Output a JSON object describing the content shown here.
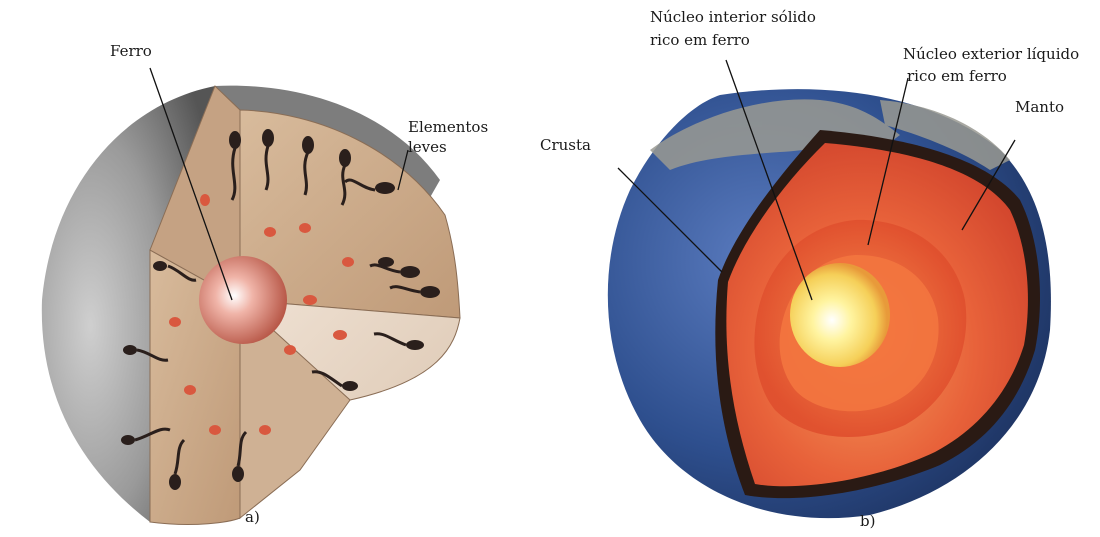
{
  "figure_a": {
    "labels": {
      "iron": "Ferro",
      "light_elements_line1": "Elementos",
      "light_elements_line2": "leves"
    },
    "caption": "a)"
  },
  "figure_b": {
    "labels": {
      "inner_core_line1": "Núcleo interior sólido",
      "inner_core_line2": "rico em ferro",
      "outer_core_line1": "Núcleo exterior líquido",
      "outer_core_line2": "rico em ferro",
      "mantle": "Manto",
      "crust": "Crusta"
    },
    "caption": "b)"
  },
  "colors": {
    "shell_grey": "#8c8c8c",
    "cut_tan": "#c9a888",
    "iron_core": "#d98a7a",
    "ocean_blue": "#3a5a9a",
    "mantle_red": "#e05a38",
    "core_yellow": "#fff06a"
  }
}
